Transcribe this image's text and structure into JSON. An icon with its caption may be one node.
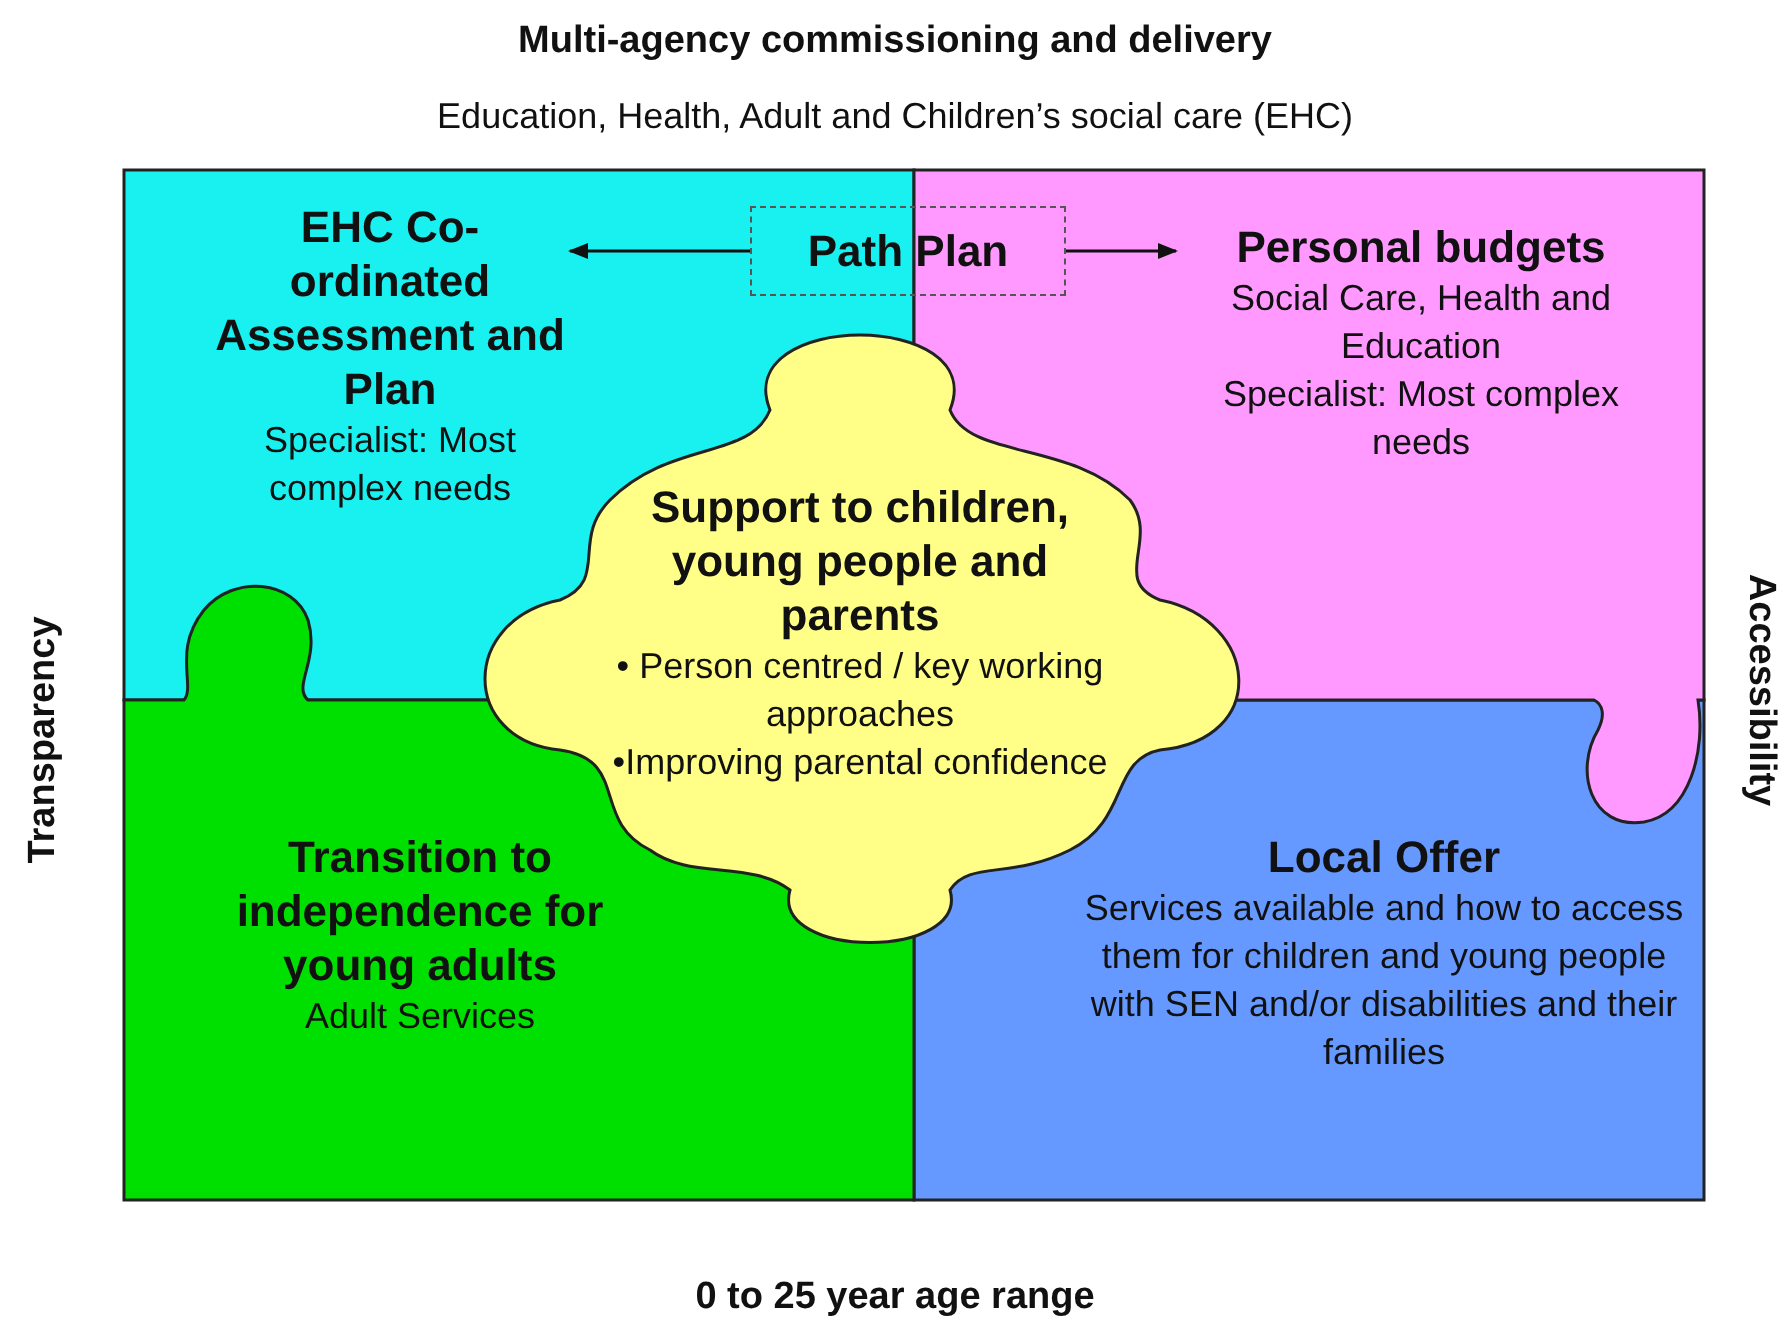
{
  "diagram": {
    "title": "Multi-agency commissioning and delivery",
    "nodes": [
      {
        "text": [
          "EHC Co-ordinated Assessment and Plan",
          "Specialist: Most complex needs"
        ]
      },
      {
        "text": [
          "Personal budgets",
          "Social Care, Health and Education",
          "Specialist: Most complex needs"
        ]
      },
      {
        "text": [
          "Transition to independence for young adults",
          "Adult Services"
        ]
      },
      {
        "text": [
          "Local Offer",
          "Services available and how to access them for children and young people with SEN and/or disabilities and their families"
        ]
      },
      {
        "text": [
          "Support to children, young people and parents",
          "• Person centred / key working approaches",
          "•Improving parental confidence"
        ]
      },
      {
        "text": [
          "Path Plan"
        ]
      }
    ],
    "edges": [
      {
        "from": 5,
        "to": 0,
        "arrow": "to"
      },
      {
        "from": 5,
        "to": 1,
        "arrow": "to"
      }
    ],
    "labels": [
      "Education, Health, Adult and Children’s social care (EHC)",
      "Transparency",
      "Accessibility",
      "0 to 25 year age range"
    ]
  }
}
